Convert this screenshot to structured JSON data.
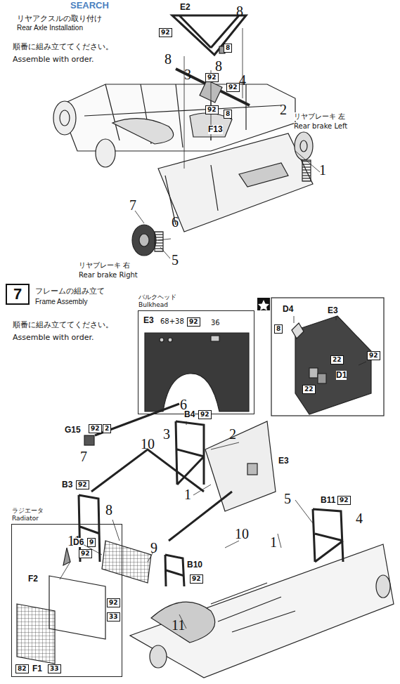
{
  "diagram": {
    "nodes": [
      {
        "text": [
          "7"
        ]
      },
      {
        "text": [
          "バルクヘッド Bulkhead"
        ]
      },
      {
        "text": [
          "ラジエータ Radiator"
        ]
      }
    ],
    "labels": [
      "SEARCH",
      "リヤアクスルの取り付け",
      "Rear Axle Installation",
      "順番に組み立ててください。",
      "Assemble with order.",
      "E2",
      "8",
      "92",
      "8",
      "8",
      "8",
      "3",
      "92",
      "4",
      "92",
      "92",
      "8",
      "F13",
      "リヤブレーキ 左",
      "Rear brake Left",
      "2",
      "1",
      "7",
      "リヤブレーキ 右",
      "Rear brake Right",
      "6",
      "5",
      "フレームの組み立て",
      "Frame Assembly",
      "順番に組み立ててください。",
      "Assemble with order.",
      "E3",
      "68+38",
      "92",
      "36",
      "D4",
      "8",
      "E3",
      "92",
      "22",
      "D1",
      "22",
      "6",
      "G15",
      "92",
      "2",
      "7",
      "10",
      "B4",
      "92",
      "3",
      "2",
      "E3",
      "1",
      "5",
      "B11",
      "92",
      "4",
      "1",
      "B3",
      "92",
      "8",
      "11",
      "9",
      "10",
      "B10",
      "92",
      "11",
      "D6",
      "9",
      "92",
      "F2",
      "92",
      "33",
      "82",
      "F1",
      "33"
    ]
  }
}
